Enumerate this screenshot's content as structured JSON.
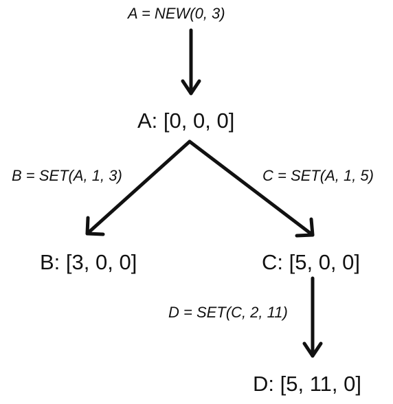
{
  "operations": {
    "new_a": "A = NEW(0, 3)",
    "set_b": "B = SET(A, 1, 3)",
    "set_c": "C = SET(A, 1, 5)",
    "set_d": "D = SET(C, 2, 11)"
  },
  "nodes": {
    "a": "A: [0, 0, 0]",
    "b": "B: [3, 0, 0]",
    "c": "C: [5, 0, 0]",
    "d": "D: [5, 11, 0]"
  },
  "colors": {
    "ink": "#111111",
    "background": "#ffffff"
  }
}
